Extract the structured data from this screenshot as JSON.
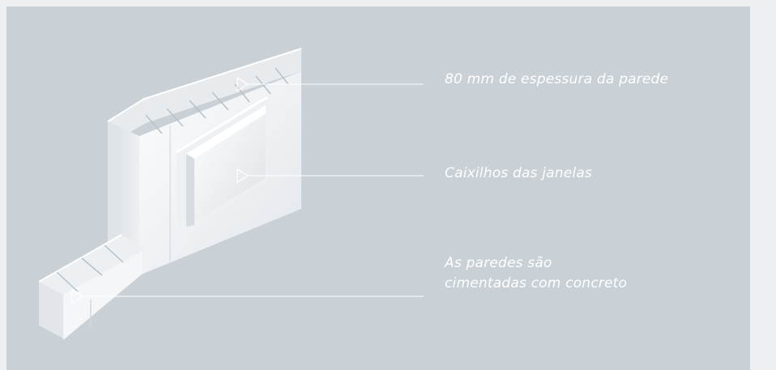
{
  "callouts": [
    {
      "lines": [
        "80 mm de espessura da parede"
      ]
    },
    {
      "lines": [
        "Caixilhos das janelas"
      ]
    },
    {
      "lines": [
        "As paredes são",
        "cimentadas com concreto"
      ]
    }
  ],
  "colors": {
    "background": "#c9d0d6",
    "outer": "#edf0f3",
    "text": "#ffffff",
    "leader": "#ffffff",
    "panel_face": "#f2f4f6",
    "panel_shadow": "#d3d9de"
  },
  "illustration": "pvc-wall-panel-with-window-frame"
}
